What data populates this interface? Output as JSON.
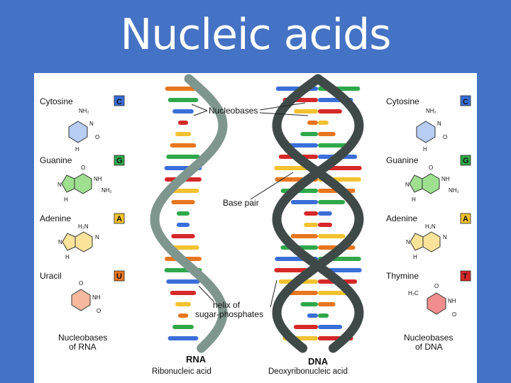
{
  "slide": {
    "title": "Nucleic acids"
  },
  "diagram": {
    "rna_bases": [
      {
        "name": "Cytosine",
        "letter": "C",
        "color": "#3a6fd9",
        "ring": "#b7cdf3"
      },
      {
        "name": "Guanine",
        "letter": "G",
        "color": "#2fa84a",
        "ring": "#9ee08f"
      },
      {
        "name": "Adenine",
        "letter": "A",
        "color": "#f2c230",
        "ring": "#fbe39a"
      },
      {
        "name": "Uracil",
        "letter": "U",
        "color": "#e8761e",
        "ring": "#f7b8a0"
      }
    ],
    "dna_bases": [
      {
        "name": "Cytosine",
        "letter": "C",
        "color": "#3a6fd9",
        "ring": "#b7cdf3"
      },
      {
        "name": "Guanine",
        "letter": "G",
        "color": "#2fa84a",
        "ring": "#9ee08f"
      },
      {
        "name": "Adenine",
        "letter": "A",
        "color": "#f2c230",
        "ring": "#fbe39a"
      },
      {
        "name": "Thymine",
        "letter": "T",
        "color": "#d62828",
        "ring": "#f08d8d"
      }
    ],
    "atom_labels": {
      "nh2": "NH₂",
      "nh": "NH",
      "n": "N",
      "h": "H",
      "o": "O",
      "h2n": "H₂N",
      "h3c": "H₃C"
    },
    "callouts": {
      "nucleobases": "Nucleobases",
      "base_pair": "Base pair",
      "helix_line1": "helix of",
      "helix_line2": "sugar-phosphates"
    },
    "captions": {
      "rna_bases_line1": "Nucleobases",
      "rna_bases_line2": "of RNA",
      "dna_bases_line1": "Nucleobases",
      "dna_bases_line2": "of DNA",
      "rna_title": "RNA",
      "rna_sub": "Ribonucleic acid",
      "dna_title": "DNA",
      "dna_sub": "Deoxyribonucleic acid"
    },
    "colors": {
      "rna_backbone": "#7f968f",
      "dna_backbone": "#3f4a48"
    }
  }
}
